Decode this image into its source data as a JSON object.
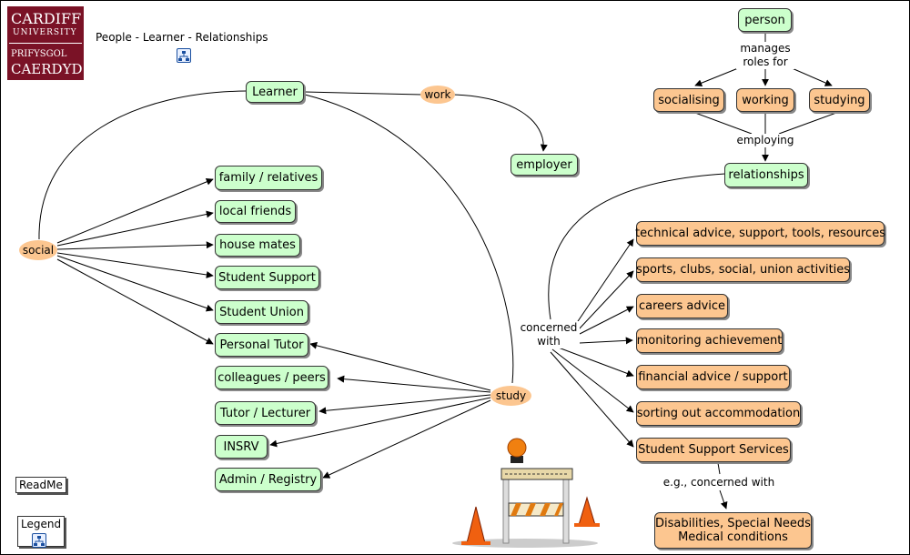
{
  "title": "People - Learner - Relationships",
  "logo": {
    "line1": "CARDIFF",
    "line2": "UNIVERSITY",
    "line3": "PRIFYSGOL",
    "line4": "CAERDYD"
  },
  "buttons": {
    "readme": "ReadMe",
    "legend": "Legend"
  },
  "nodes": {
    "learner": "Learner",
    "employer": "employer",
    "family": "family / relatives",
    "local_friends": "local friends",
    "house_mates": "house mates",
    "student_support": "Student Support",
    "student_union": "Student Union",
    "personal_tutor": "Personal Tutor",
    "colleagues": "colleagues / peers",
    "tutor_lecturer": "Tutor / Lecturer",
    "insrv": "INSRV",
    "admin": "Admin / Registry",
    "person": "person",
    "socialising": "socialising",
    "working": "working",
    "studying": "studying",
    "relationships": "relationships",
    "technical": "technical advice, support, tools, resources",
    "sports": "sports, clubs, social, union activities",
    "careers": "careers advice",
    "monitoring": "monitoring achievement",
    "financial": "financial advice / support",
    "accommodation": "sorting out accommodation",
    "sss": "Student Support Services",
    "disabilities_1": "Disabilities, Special Needs",
    "disabilities_2": "Medical conditions"
  },
  "links": {
    "work": "work",
    "social": "social",
    "study": "study",
    "manages_1": "manages",
    "manages_2": "roles for",
    "employing": "employing",
    "concerned_1": "concerned",
    "concerned_2": "with",
    "eg": "e.g., concerned with"
  },
  "colors": {
    "concept_green": "#ccffcc",
    "concept_orange": "#fcc690",
    "logo": "#7a1226"
  },
  "illustration": "under-construction-barrier-icon"
}
